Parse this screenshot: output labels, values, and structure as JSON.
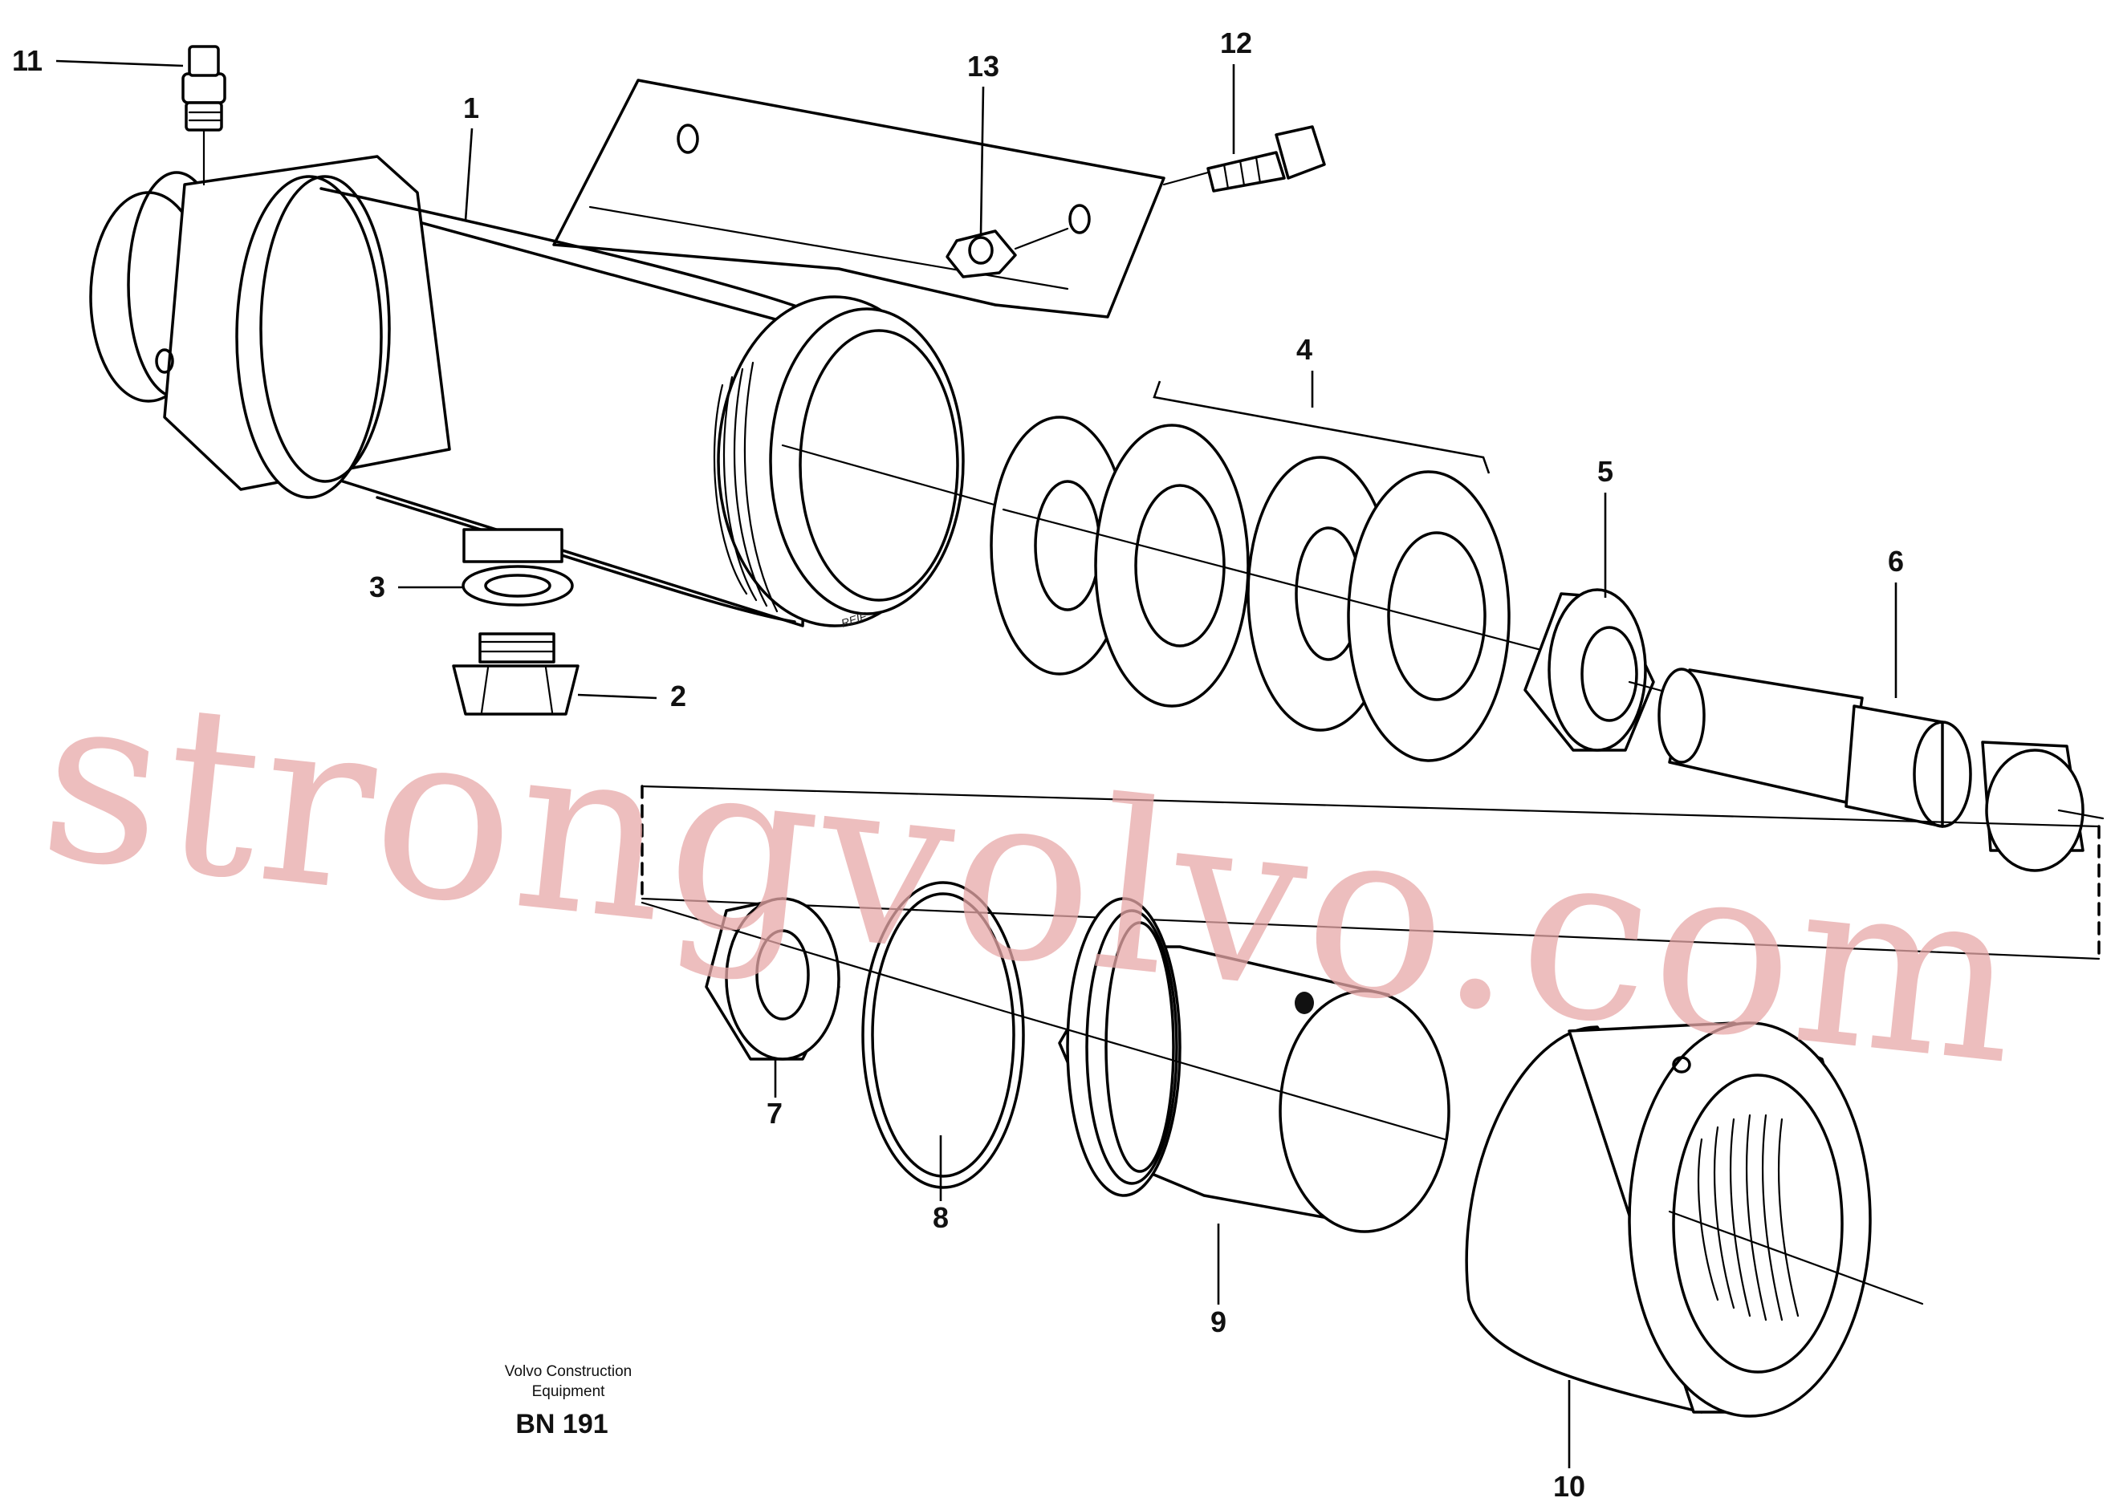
{
  "drawing": {
    "callouts": [
      {
        "id": "1",
        "label": "1"
      },
      {
        "id": "2",
        "label": "2"
      },
      {
        "id": "3",
        "label": "3"
      },
      {
        "id": "4",
        "label": "4"
      },
      {
        "id": "5",
        "label": "5"
      },
      {
        "id": "6",
        "label": "6"
      },
      {
        "id": "7",
        "label": "7"
      },
      {
        "id": "8",
        "label": "8"
      },
      {
        "id": "9",
        "label": "9"
      },
      {
        "id": "10",
        "label": "10"
      },
      {
        "id": "11",
        "label": "11"
      },
      {
        "id": "12",
        "label": "12"
      },
      {
        "id": "13",
        "label": "13"
      }
    ],
    "stamp_text": "REIF"
  },
  "footer": {
    "company_line1": "Volvo Construction",
    "company_line2": "Equipment",
    "drawing_code": "BN 191"
  },
  "watermark": "strongvolvo.com"
}
